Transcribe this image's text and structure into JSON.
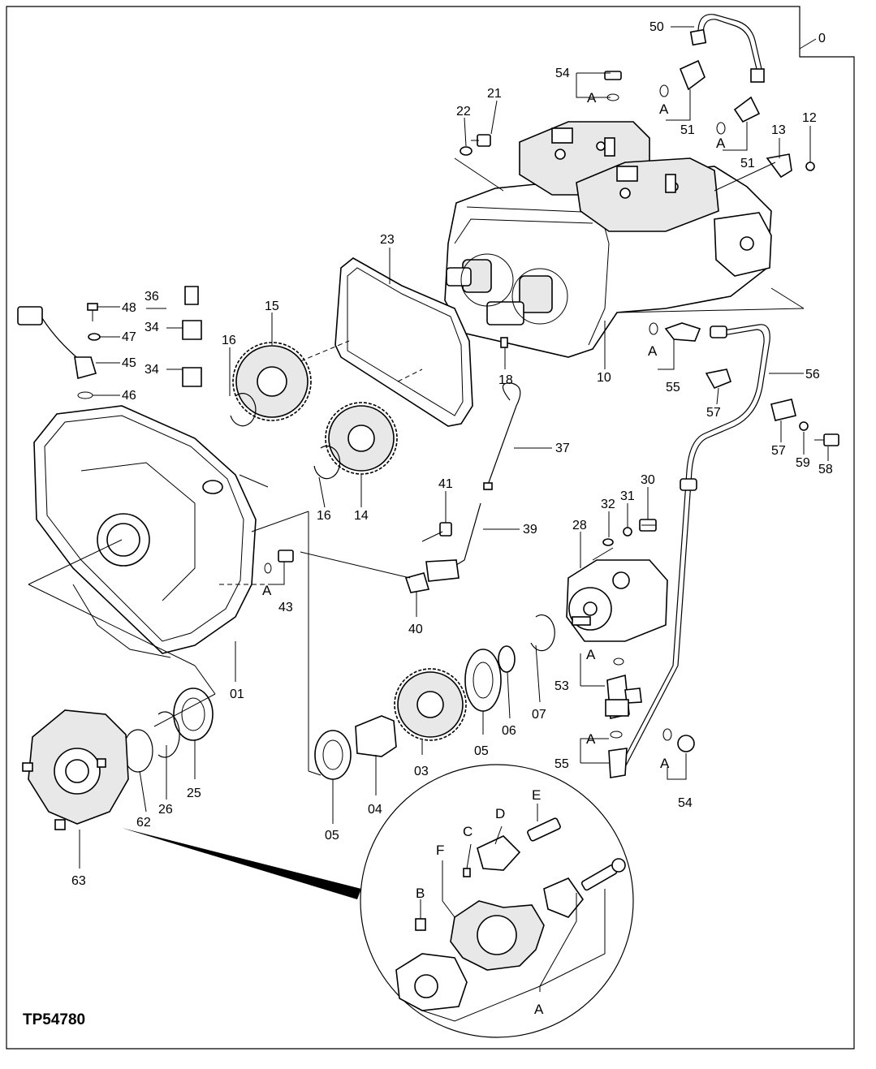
{
  "figure_code": "TP54780",
  "callouts": {
    "c0": "0",
    "c50": "50",
    "c54a": "54",
    "c21": "21",
    "c22": "22",
    "c51a": "51",
    "c51b": "51",
    "c13": "13",
    "c12": "12",
    "c23": "23",
    "c36": "36",
    "c48": "48",
    "c34a": "34",
    "c47": "47",
    "c15": "15",
    "c16a": "16",
    "c45": "45",
    "c34b": "34",
    "c46": "46",
    "c18": "18",
    "c10": "10",
    "c55a": "55",
    "c56": "56",
    "c57a": "57",
    "c57b": "57",
    "c59": "59",
    "c58": "58",
    "c37": "37",
    "c16b": "16",
    "c14": "14",
    "c41": "41",
    "c39": "39",
    "c30": "30",
    "c31": "31",
    "c32": "32",
    "c28": "28",
    "c43": "43",
    "c40": "40",
    "c01": "01",
    "c53": "53",
    "c07": "07",
    "c06": "06",
    "c05a": "05",
    "c03": "03",
    "c04": "04",
    "c05b": "05",
    "c25": "25",
    "c26": "26",
    "c62": "62",
    "c63": "63",
    "c55b": "55",
    "c54b": "54"
  },
  "letters": {
    "a1": "A",
    "a2": "A",
    "a3": "A",
    "a4": "A",
    "a5": "A",
    "a6": "A",
    "a7": "A",
    "a8": "A",
    "a9": "A",
    "a10": "A",
    "B": "B",
    "C": "C",
    "D": "D",
    "E": "E",
    "F": "F"
  }
}
